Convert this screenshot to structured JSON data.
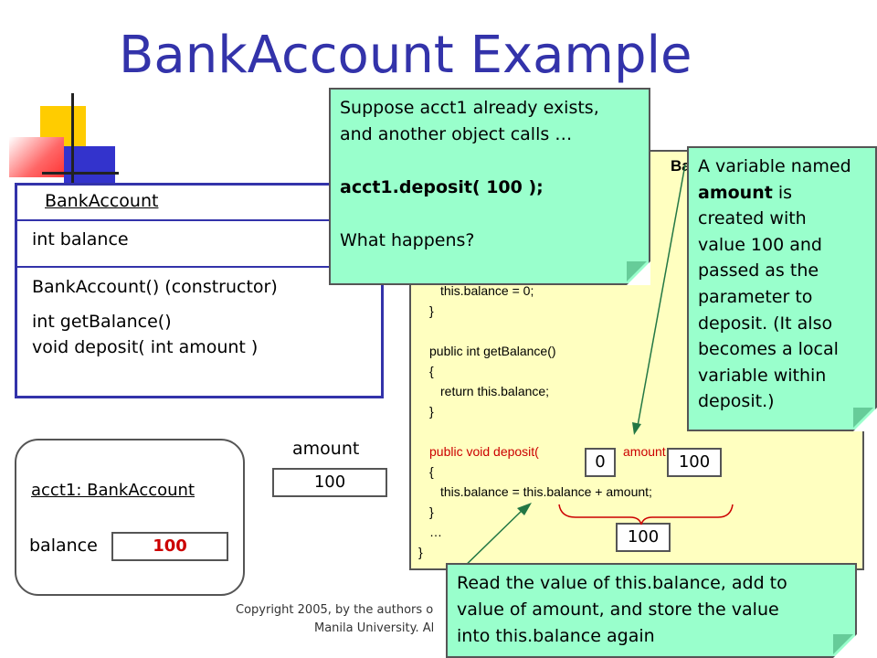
{
  "slide": {
    "title": "BankAccount Example",
    "copyright_line1": "Copyright 2005, by the authors o",
    "copyright_line2": "Manila University. Al"
  },
  "uml_box": {
    "class_name": "BankAccount",
    "attribute": "int balance",
    "constructor": "BankAccount()  (constructor)",
    "method1": "int getBalance()",
    "method2": "void deposit( int amount )"
  },
  "code_panel": {
    "header": "Ba",
    "lines": [
      "this.balance = 0;",
      "}",
      "public int getBalance()",
      "{",
      "return this.balance;",
      "}",
      "public void deposit(",
      "amount",
      "{",
      "this.balance = this.balance + amount;",
      "}",
      "…",
      "}"
    ]
  },
  "object_box": {
    "name": "acct1: BankAccount",
    "field_label": "balance",
    "field_value": "100"
  },
  "amount_var": {
    "label": "amount",
    "value": "100"
  },
  "eval_boxes": {
    "left": "0",
    "right": "100",
    "sum": "100"
  },
  "callout_top": {
    "line1": "Suppose acct1 already exists,",
    "line2": "and another object calls …",
    "line3": "acct1.deposit( 100 );",
    "line4": "What happens?"
  },
  "callout_right": {
    "line1": "A variable named",
    "line2": "amount",
    "line2b": " is",
    "line3": "created with",
    "line4": "value 100 and",
    "line5": "passed as the",
    "line6": "parameter to",
    "line7": "deposit. (It also",
    "line8": "becomes a local",
    "line9": "variable within",
    "line10": "deposit.)"
  },
  "callout_bottom": {
    "line1": "Read the value of this.balance, add to",
    "line2": "value of amount, and store the value",
    "line3": "into this.balance again"
  },
  "colors": {
    "title": "#3333aa",
    "callout": "#99ffcc",
    "code_bg": "#ffffc0",
    "highlight": "#cc0000"
  }
}
